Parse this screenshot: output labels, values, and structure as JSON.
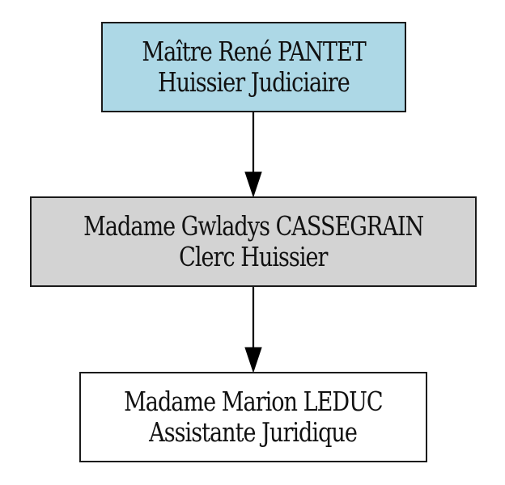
{
  "nodes": [
    {
      "line1": "Maître René PANTET",
      "line2": "Huissier Judiciaire",
      "fill": "#add8e6"
    },
    {
      "line1": "Madame Gwladys CASSEGRAIN",
      "line2": "Clerc Huissier",
      "fill": "#d3d3d3"
    },
    {
      "line1": "Madame Marion LEDUC",
      "line2": "Assistante Juridique",
      "fill": "#ffffff"
    }
  ],
  "edges": [
    {
      "from": 0,
      "to": 1
    },
    {
      "from": 1,
      "to": 2
    }
  ],
  "colors": {
    "border": "#1a1a1a",
    "arrow": "#000000"
  }
}
